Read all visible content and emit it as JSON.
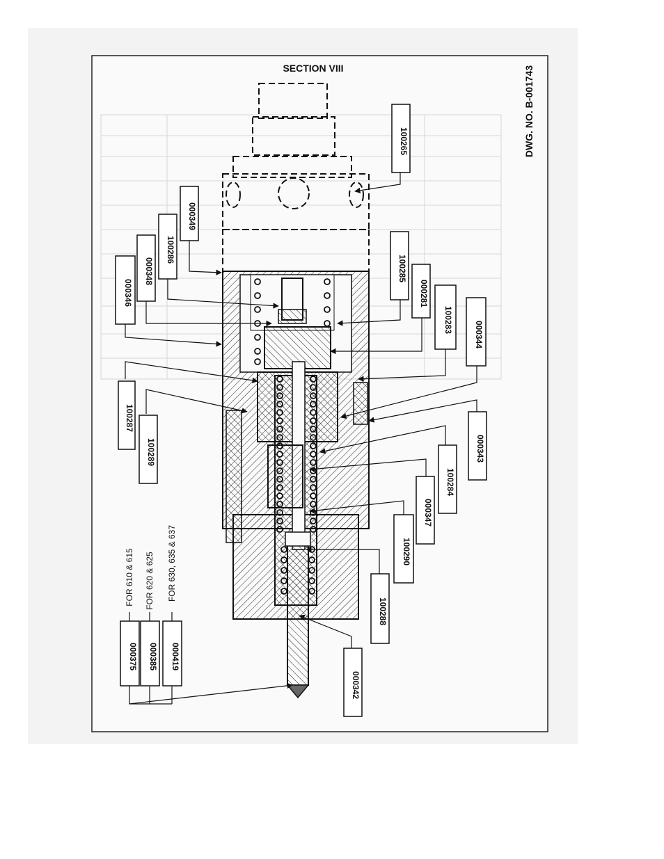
{
  "drawing": {
    "section_title": "SECTION VIII",
    "drawing_number": "DWG. NO. B-001743"
  },
  "callouts": {
    "c100265": "100265",
    "c000349": "000349",
    "c100286": "100286",
    "c000348": "000348",
    "c000346": "000346",
    "c100287": "100287",
    "c100289": "100289",
    "c100285": "100285",
    "c000281": "000281",
    "c100283": "100283",
    "c000344": "000344",
    "c000343": "000343",
    "c100284": "100284",
    "c000347": "000347",
    "c100290": "100290",
    "c100288": "100288",
    "c000342": "000342",
    "c000375": "000375",
    "c000385": "000385",
    "c000419": "000419"
  },
  "model_notes": {
    "n1": "FOR 610 & 615",
    "n2": "FOR 620 & 625",
    "n3": "FOR 630, 635 & 637"
  }
}
